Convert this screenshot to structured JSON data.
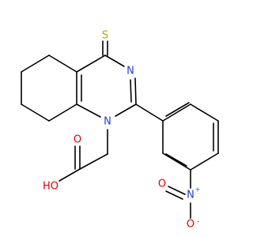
{
  "atoms": {
    "thione_s": {
      "symbol": "S",
      "color": "#b8a600"
    },
    "ring_n3": {
      "symbol": "N",
      "color": "#1f3fd8"
    },
    "ring_n1": {
      "symbol": "N",
      "color": "#1f3fd8"
    },
    "acid_oh": {
      "symbol": "HO",
      "color": "#e00000"
    },
    "carbonyl_o": {
      "symbol": "O",
      "color": "#e00000"
    },
    "nitro_n": {
      "symbol": "N",
      "charge": "+",
      "color": "#1f3fd8"
    },
    "nitro_o_top": {
      "symbol": "O",
      "color": "#e00000"
    },
    "nitro_o_anion": {
      "symbol": "O",
      "charge": "-",
      "color": "#e00000"
    }
  }
}
